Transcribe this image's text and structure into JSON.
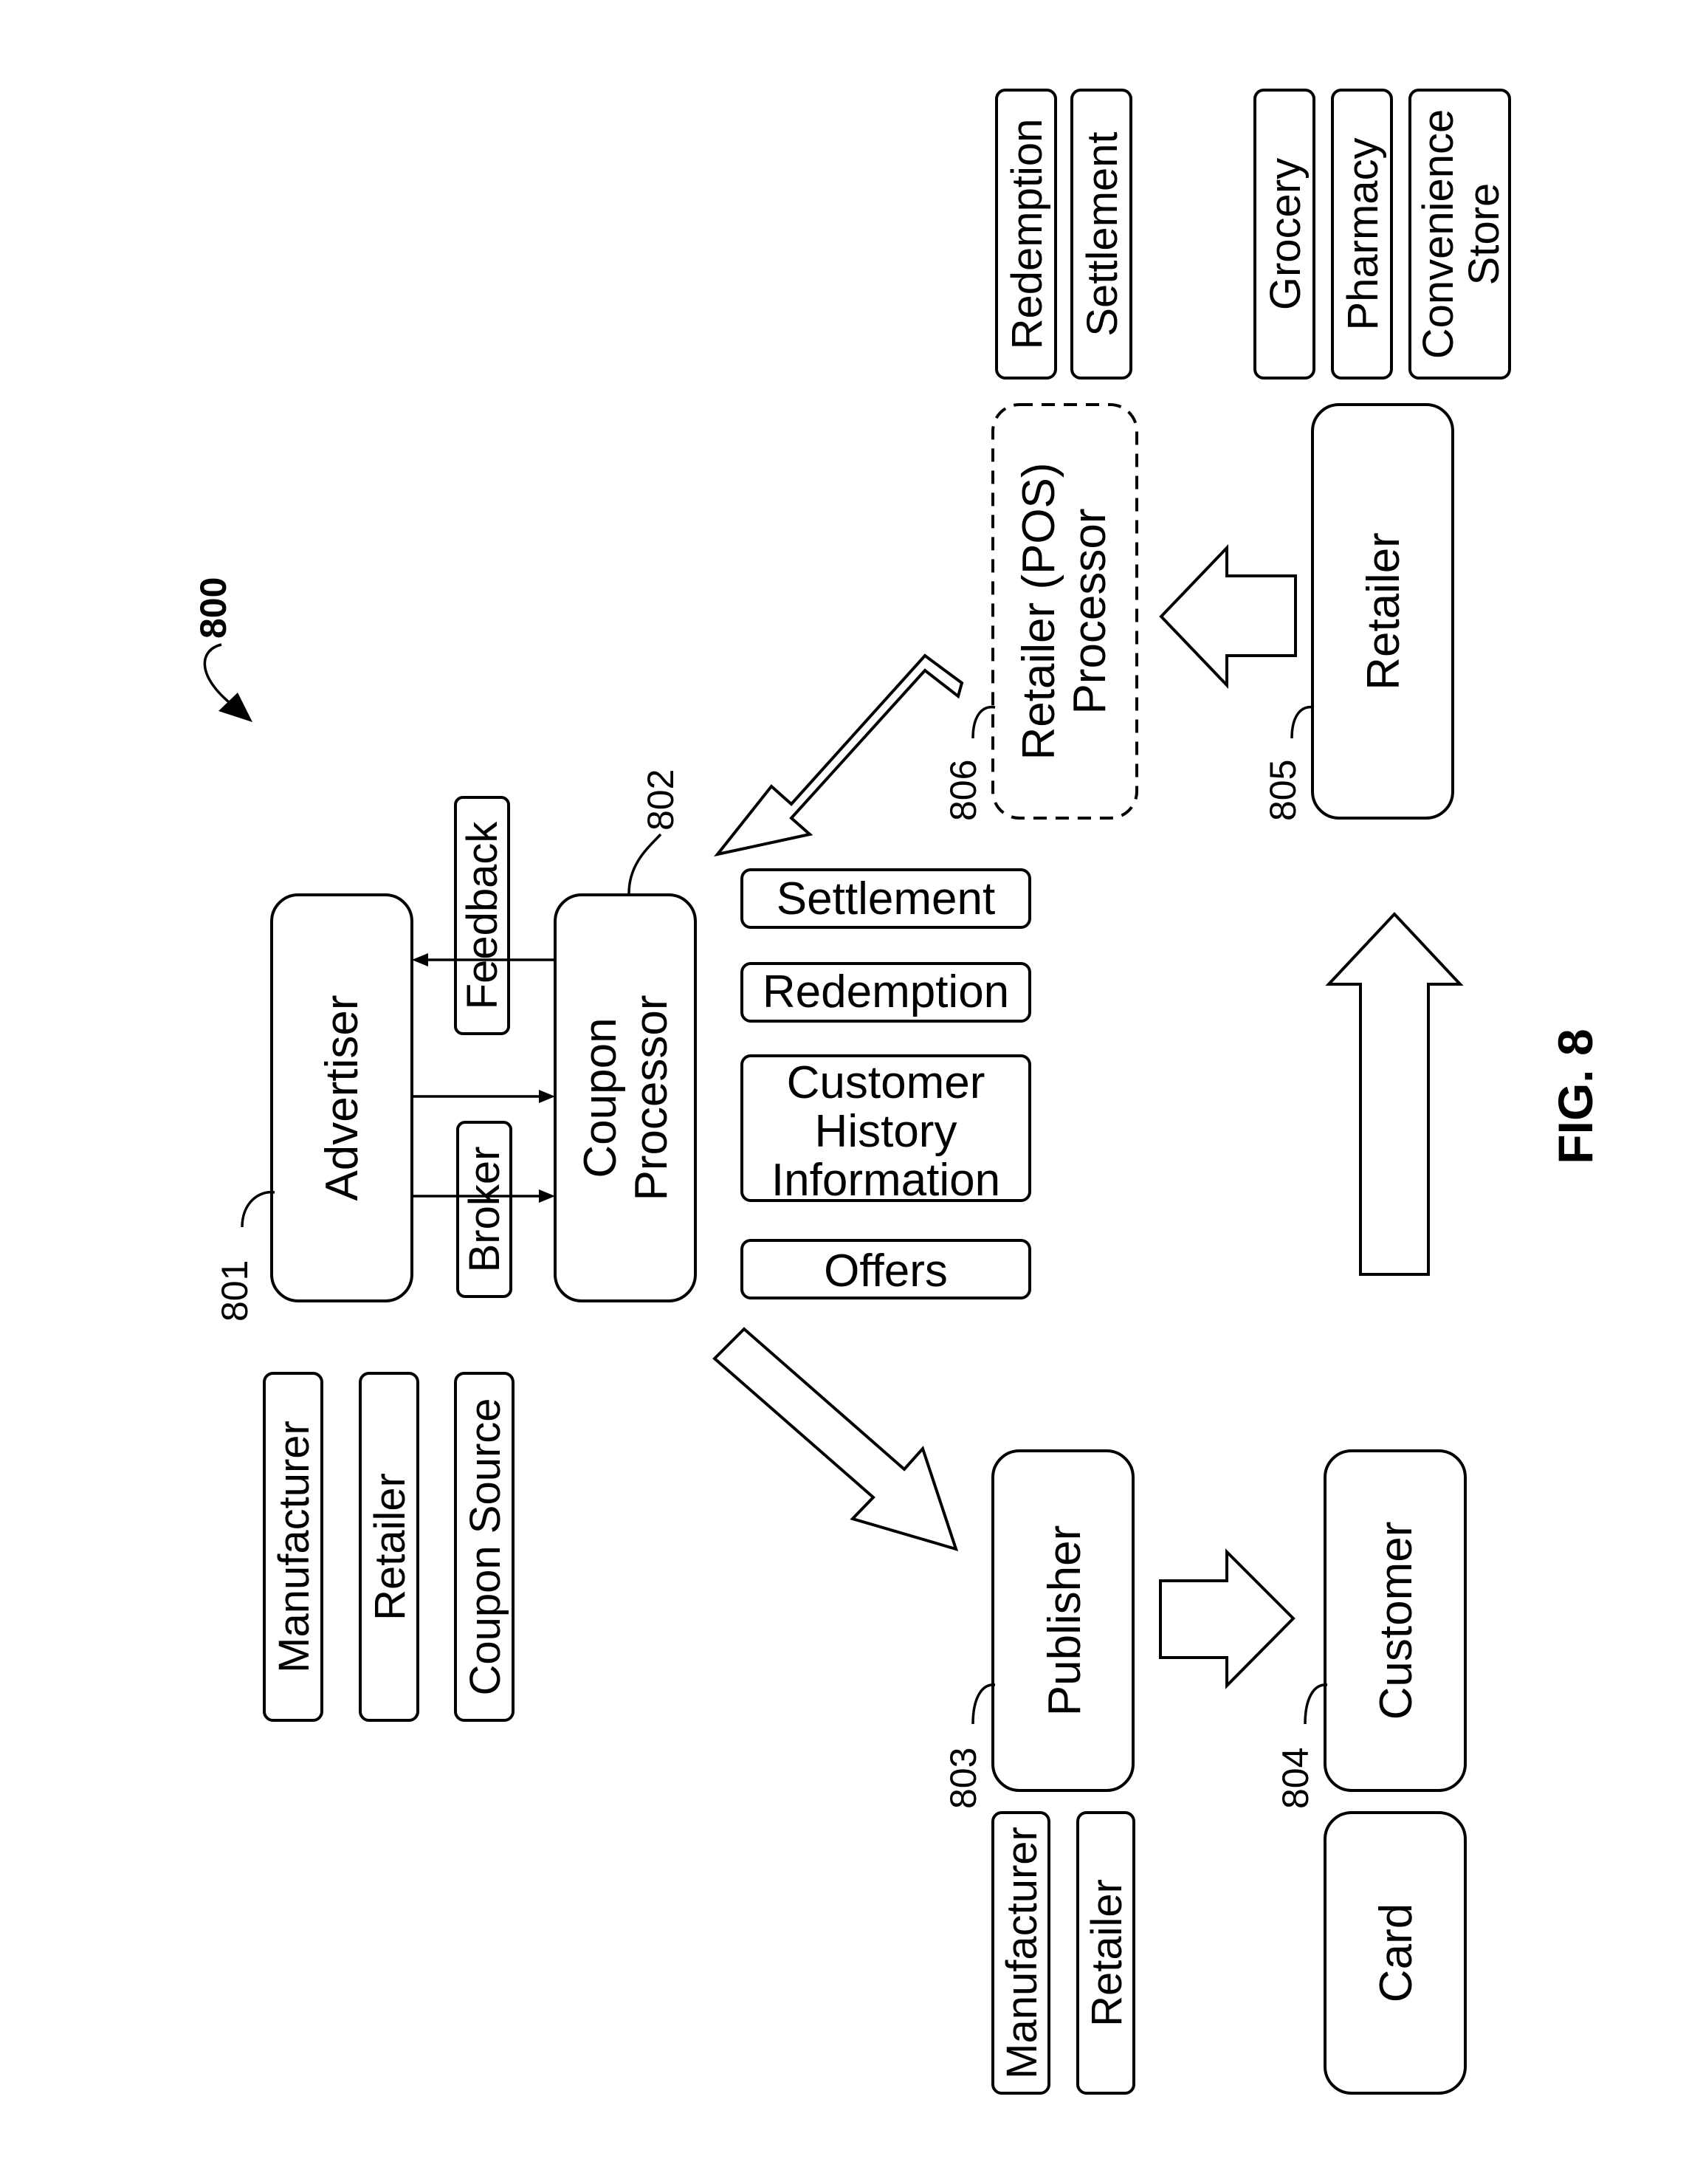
{
  "figure": {
    "ref": "800",
    "caption": "FIG. 8"
  },
  "sources": [
    "Manufacturer",
    "Retailer",
    "Coupon Source"
  ],
  "advertiser": {
    "label": "Advertiser",
    "ref": "801"
  },
  "broker": "Broker",
  "feedback": "Feedback",
  "coupon_processor": {
    "line1": "Coupon",
    "line2": "Processor",
    "ref": "802"
  },
  "data_items": {
    "offers": "Offers",
    "history": [
      "Customer",
      "History",
      "Information"
    ],
    "redemption": "Redemption",
    "settlement": "Settlement"
  },
  "publisher": {
    "label": "Publisher",
    "ref": "803"
  },
  "publisher_types": [
    "Manufacturer",
    "Retailer"
  ],
  "customer": {
    "label": "Customer",
    "ref": "804"
  },
  "card": "Card",
  "retailer": {
    "label": "Retailer",
    "ref": "805"
  },
  "pos_processor": {
    "line1": "Retailer (POS)",
    "line2": "Processor",
    "ref": "806"
  },
  "pos_functions": [
    "Redemption",
    "Settlement"
  ],
  "store_types": [
    "Grocery",
    "Pharmacy",
    [
      "Convenience",
      "Store"
    ]
  ]
}
